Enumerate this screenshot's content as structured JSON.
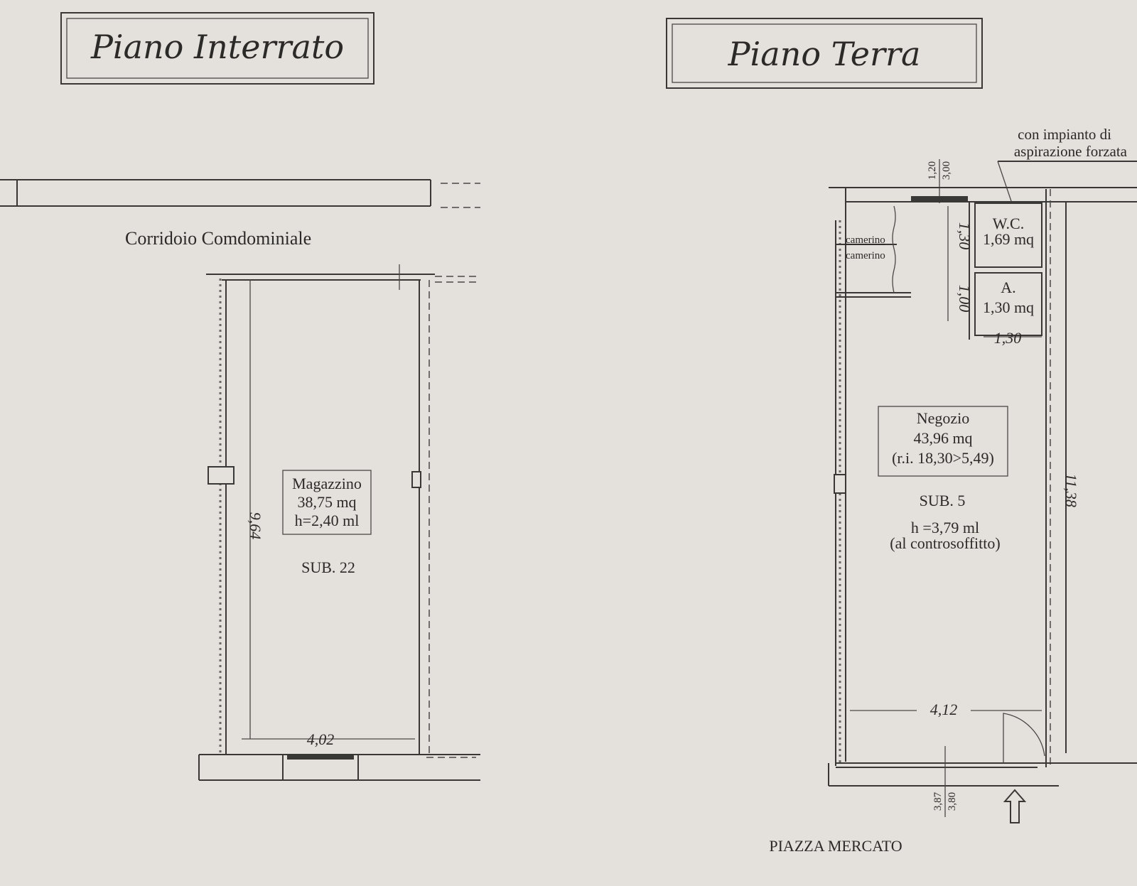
{
  "left_plan": {
    "title": "Piano Interrato",
    "corridor_label": "Corridoio Comdominiale",
    "room": {
      "name": "Magazzino",
      "area": "38,75 mq",
      "height": "h=2,40 ml"
    },
    "sub": "SUB. 22",
    "dim_height": "9,64",
    "dim_width": "4,02"
  },
  "right_plan": {
    "title": "Piano Terra",
    "note_line1": "con impianto di",
    "note_line2": "aspirazione forzata",
    "window_top_1": "1,20",
    "window_top_2": "3,00",
    "camerino_1": "camerino",
    "camerino_2": "camerino",
    "wc": {
      "name": "W.C.",
      "area": "1,69 mq"
    },
    "antibagno": {
      "name": "A.",
      "area": "1,30 mq"
    },
    "dim_wc_h": "1,30",
    "dim_a_h": "1,00",
    "dim_wc_w": "1,30",
    "room": {
      "name": "Negozio",
      "area": "43,96 mq",
      "ri": "(r.i. 18,30>5,49)"
    },
    "sub": "SUB. 5",
    "height": "h =3,79 ml",
    "height_note": "(al controsoffitto)",
    "dim_height": "11,38",
    "dim_width": "4,12",
    "window_bottom_1": "3,87",
    "window_bottom_2": "3,80",
    "street_label": "PIAZZA MERCATO",
    "entrance_icon": "arrow-up-icon"
  }
}
